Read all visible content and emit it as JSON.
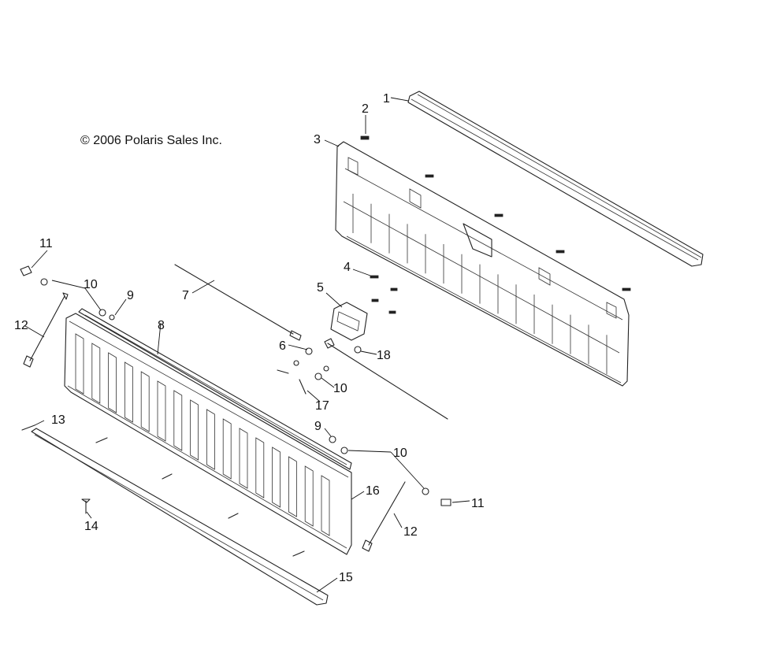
{
  "copyright": "© 2006 Polaris Sales Inc.",
  "callouts": {
    "c1": "1",
    "c2": "2",
    "c3": "3",
    "c4": "4",
    "c5": "5",
    "c6": "6",
    "c7": "7",
    "c8": "8",
    "c9a": "9",
    "c9b": "9",
    "c10a": "10",
    "c10b": "10",
    "c10c": "10",
    "c11a": "11",
    "c11b": "11",
    "c12a": "12",
    "c12b": "12",
    "c13": "13",
    "c14": "14",
    "c15": "15",
    "c16": "16",
    "c17": "17",
    "c18": "18"
  }
}
